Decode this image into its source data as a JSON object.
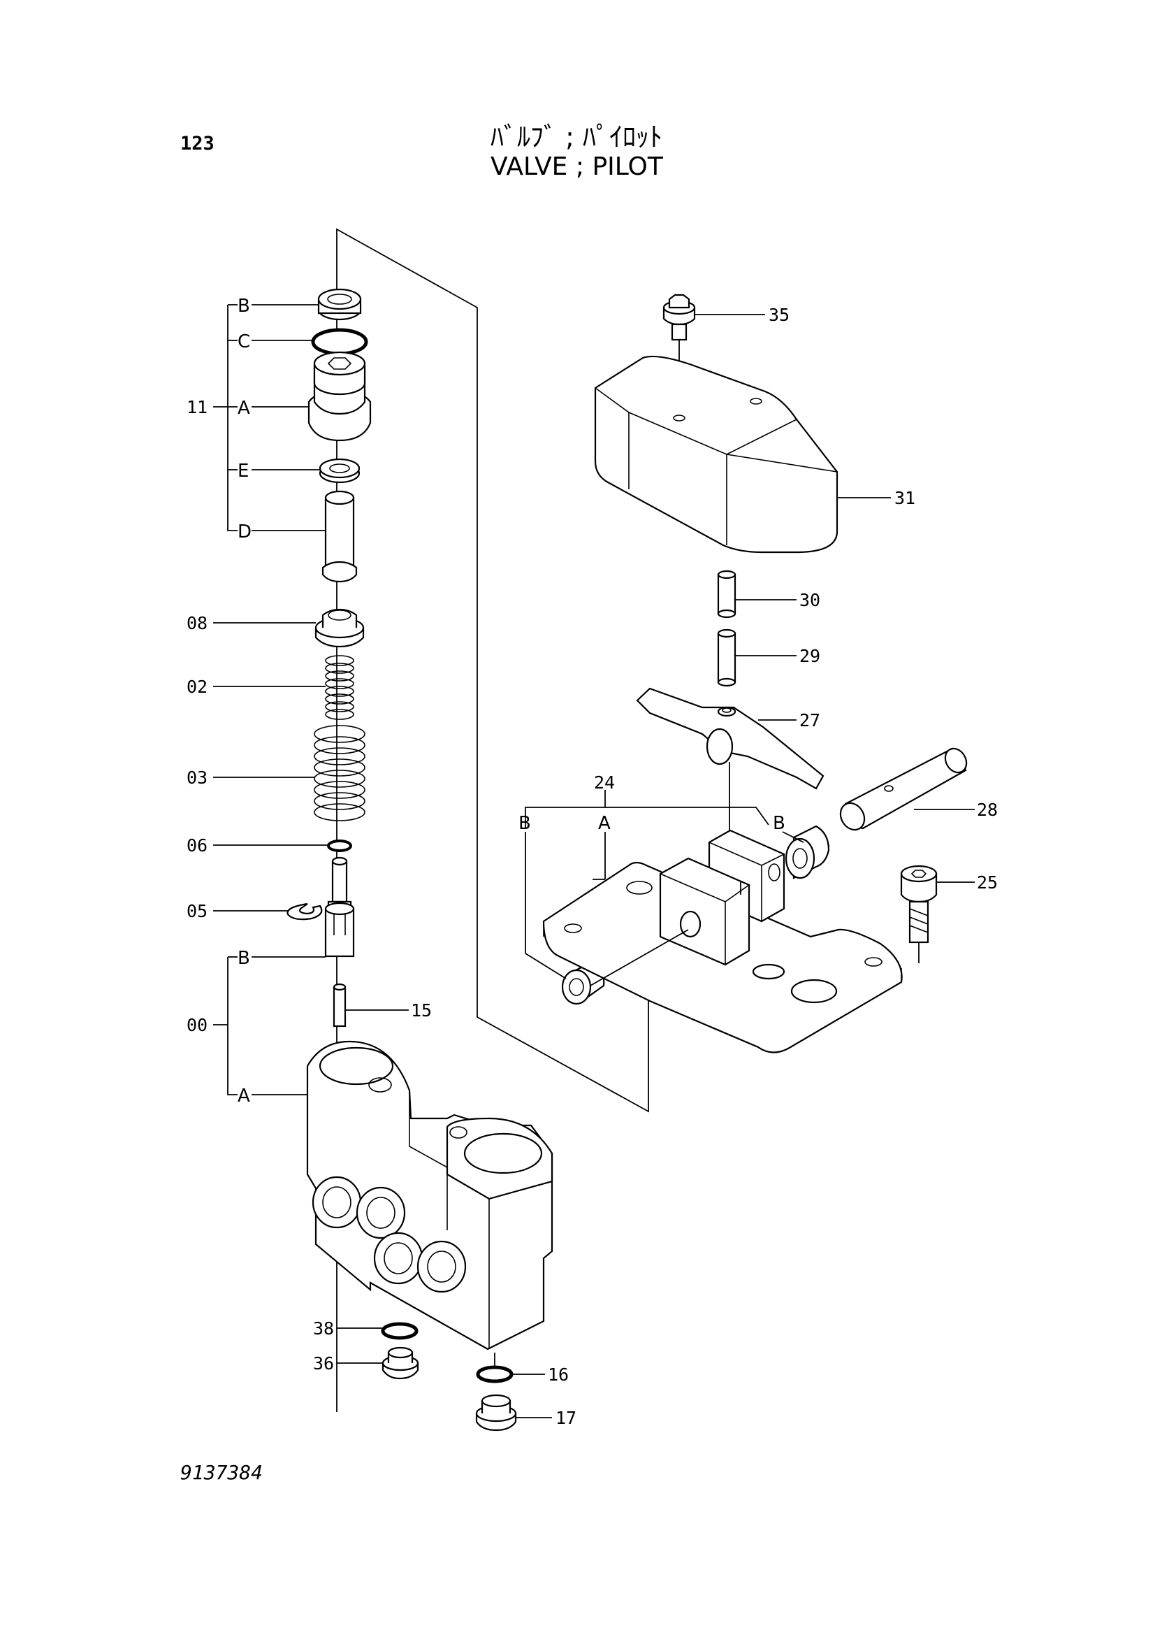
{
  "header": {
    "page_number": "123",
    "title_jp": "ﾊﾞﾙﾌﾞ ; ﾊﾟｲﾛｯﾄ",
    "title_en": "VALVE ; PILOT"
  },
  "footer": {
    "drawing_number": "9137384"
  },
  "callouts": {
    "p11": "11",
    "p11B": "B",
    "p11C": "C",
    "p11A": "A",
    "p11E": "E",
    "p11D": "D",
    "p08": "08",
    "p02": "02",
    "p03": "03",
    "p06": "06",
    "p05": "05",
    "p00": "00",
    "p00B": "B",
    "p00A": "A",
    "p15": "15",
    "p38": "38",
    "p36": "36",
    "p16": "16",
    "p17": "17",
    "p35": "35",
    "p31": "31",
    "p30": "30",
    "p29": "29",
    "p27": "27",
    "p24": "24",
    "p24B_left": "B",
    "p24A": "A",
    "p24B_right": "B",
    "p28": "28",
    "p25": "25"
  }
}
